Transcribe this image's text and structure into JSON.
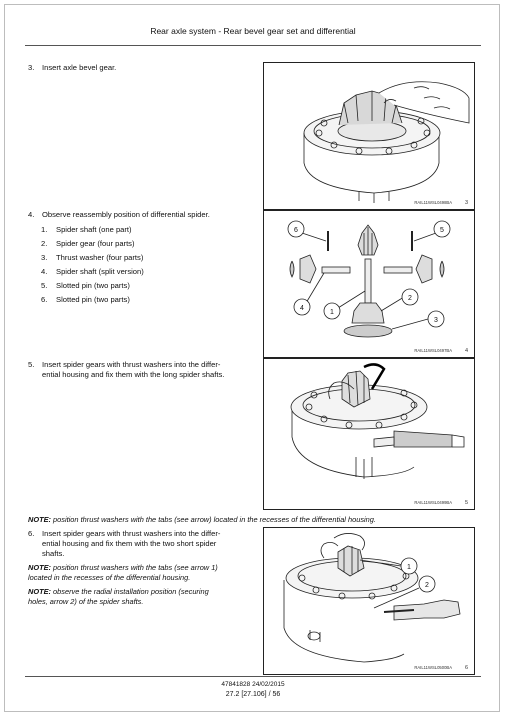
{
  "header": {
    "title": "Rear axle system - Rear bevel gear set and differential"
  },
  "steps": {
    "s3": {
      "number": "3.",
      "text": "Insert axle bevel gear."
    },
    "s4": {
      "number": "4.",
      "text": "Observe reassembly position of differential spider.",
      "items": [
        {
          "n": "1.",
          "label": "Spider shaft (one part)"
        },
        {
          "n": "2.",
          "label": "Spider gear (four parts)"
        },
        {
          "n": "3.",
          "label": "Thrust washer (four parts)"
        },
        {
          "n": "4.",
          "label": "Spider shaft (split version)"
        },
        {
          "n": "5.",
          "label": "Slotted pin (two parts)"
        },
        {
          "n": "6.",
          "label": "Slotted pin (two parts)"
        }
      ]
    },
    "s5": {
      "number": "5.",
      "line1": "Insert spider gears with thrust washers into the differ-",
      "line2": "ential housing and fix them with the long spider shafts."
    },
    "note_main": {
      "label": "NOTE:",
      "text": " position thrust washers with the tabs (see arrow) located in the recesses of the differential housing."
    },
    "s6": {
      "number": "6.",
      "line1": "Insert spider gears with thrust washers into the differ-",
      "line2": "ential housing and fix them with the two short spider",
      "line3": "shafts."
    },
    "note_6a": {
      "label": "NOTE:",
      "line1": " position thrust washers with the tabs (see arrow 1)",
      "line2": "located in the recesses of the differential housing."
    },
    "note_6b": {
      "label": "NOTE:",
      "line1": " observe the radial installation position (securing",
      "line2": "holes, arrow 2) of the spider shafts."
    }
  },
  "figures": {
    "f3": {
      "code": "RAIL11WSL0498BA",
      "number": "3"
    },
    "f4": {
      "code": "RAIL11WSL0497BA",
      "number": "4",
      "callouts": [
        "1",
        "2",
        "3",
        "4",
        "5",
        "6"
      ]
    },
    "f5": {
      "code": "RAIL11WSL0499BA",
      "number": "5"
    },
    "f6": {
      "code": "RAIL11WSL0500BA",
      "number": "6",
      "callouts": [
        "1",
        "2"
      ]
    }
  },
  "footer": {
    "doc": "47841828 24/02/2015",
    "page": "27.2 [27.106] / 56"
  }
}
